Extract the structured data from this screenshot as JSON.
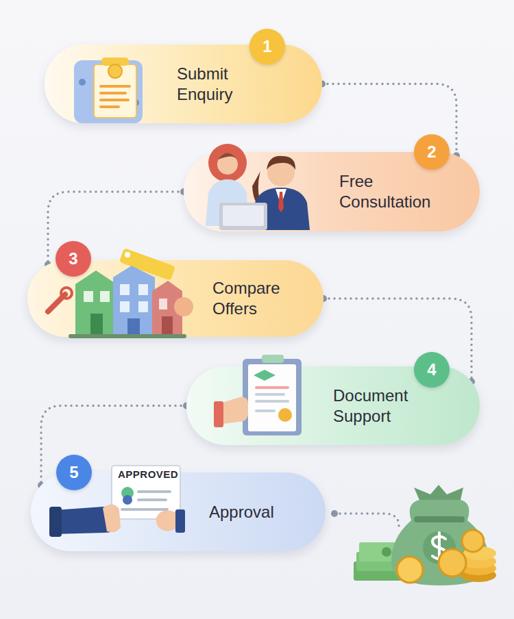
{
  "diagram": {
    "nodes": [
      {
        "text": [
          "Submit Enquiry"
        ]
      },
      {
        "text": [
          "1"
        ],
        "in": 0
      },
      {
        "text": [
          "Free Consultation"
        ]
      },
      {
        "text": [
          "2"
        ],
        "in": 2
      },
      {
        "text": [
          "Compare Offers"
        ]
      },
      {
        "text": [
          "3"
        ],
        "in": 4
      },
      {
        "text": [
          "Document Support"
        ]
      },
      {
        "text": [
          "4"
        ],
        "in": 6
      },
      {
        "text": [
          "Approval"
        ]
      },
      {
        "text": [
          "5"
        ],
        "in": 8
      }
    ],
    "edges": [
      {
        "from": 0,
        "to": 2,
        "arrow": "none"
      },
      {
        "from": 2,
        "to": 4,
        "arrow": "none"
      },
      {
        "from": 4,
        "to": 6,
        "arrow": "none"
      },
      {
        "from": 6,
        "to": 8,
        "arrow": "none"
      }
    ],
    "labels": [
      "APPROVED"
    ]
  }
}
